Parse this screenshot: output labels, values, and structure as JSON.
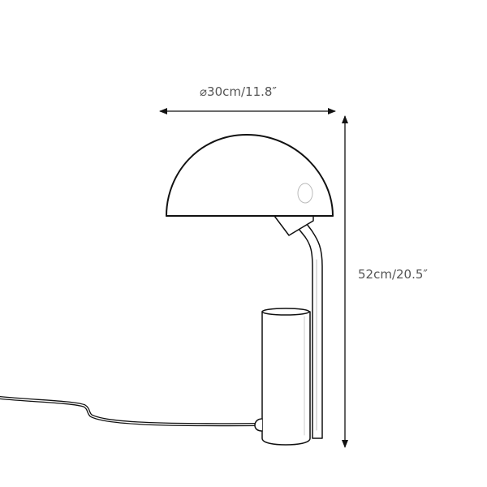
{
  "dimensions": {
    "width_label": "⌀30cm/11.8″",
    "height_label": "52cm/20.5″"
  },
  "colors": {
    "line": "#111111",
    "text": "#555555",
    "background": "#ffffff"
  },
  "subject": "table-lamp-line-drawing"
}
